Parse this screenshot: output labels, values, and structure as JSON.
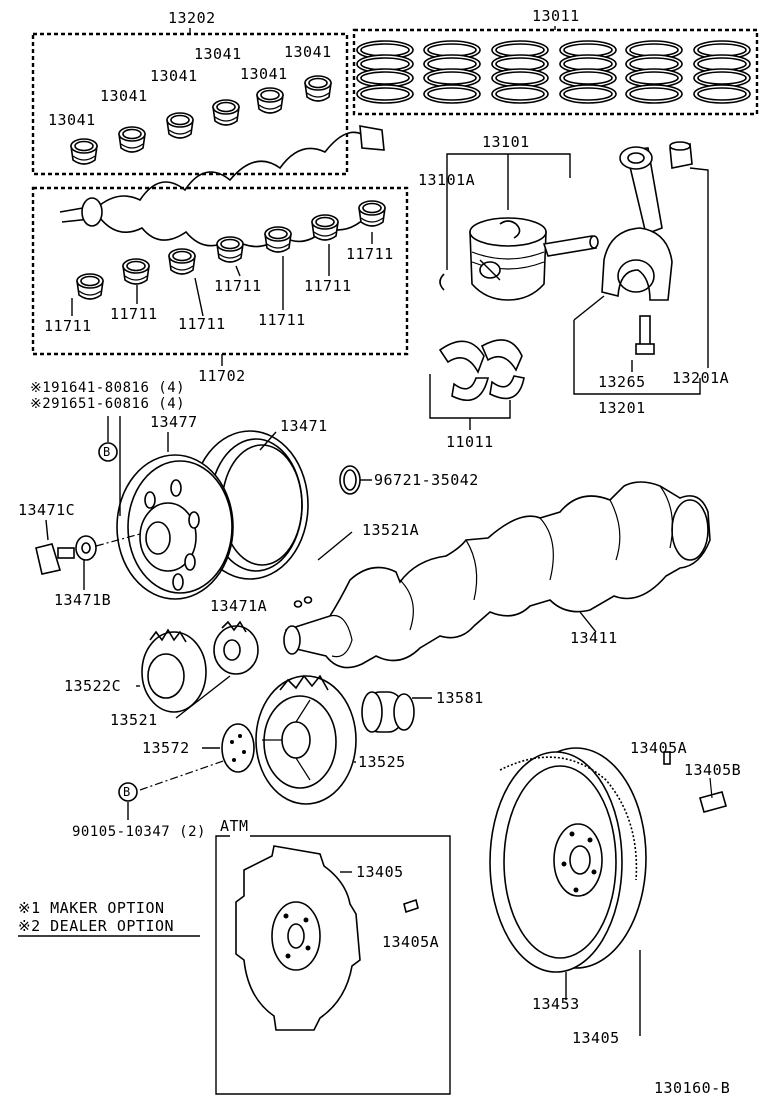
{
  "labels": {
    "l13202": "13202",
    "l13011": "13011",
    "b1": "13041",
    "b2": "13041",
    "b3": "13041",
    "b4": "13041",
    "b5": "13041",
    "b6": "13041",
    "m1": "11711",
    "m2": "11711",
    "m3": "11711",
    "m4": "11711",
    "m5": "11711",
    "m6": "11711",
    "m7": "11711",
    "l11702": "11702",
    "l13101": "13101",
    "l13101A": "13101A",
    "l13265": "13265",
    "l13201A": "13201A",
    "l13201": "13201",
    "l11011": "11011",
    "opt1": "※191641-80816 (4)",
    "opt2": "※291651-60816 (4)",
    "l13477": "13477",
    "l13471": "13471",
    "l96721": "96721-35042",
    "l13471C": "13471C",
    "l13471B": "13471B",
    "l13521A": "13521A",
    "l13471A": "13471A",
    "l13411": "13411",
    "l13522C": "13522C",
    "l13521": "13521",
    "l13581": "13581",
    "l13572": "13572",
    "l13525": "13525",
    "l13405A_top": "13405A",
    "l13405B": "13405B",
    "l90105": "90105-10347 (2)",
    "atm": "ATM",
    "l13405_atm": "13405",
    "l13405A_atm": "13405A",
    "l13453": "13453",
    "l13405_bot": "13405",
    "legend1": "※1 MAKER OPTION",
    "legend2": "※2 DEALER OPTION",
    "figure_id": "130160-B",
    "markerB1": "B",
    "markerB2": "B"
  }
}
